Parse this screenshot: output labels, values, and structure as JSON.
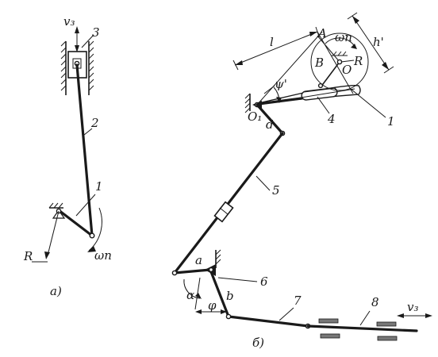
{
  "figure_a": {
    "caption": "а)",
    "velocity_label": "v₃",
    "labels": {
      "part_1": "1",
      "part_2": "2",
      "part_3": "3",
      "radius": "R",
      "omega": "ωп"
    }
  },
  "figure_b": {
    "caption": "б)",
    "velocity_label": "v₃",
    "labels": {
      "length": "l",
      "point_A": "A",
      "omega": "ωп",
      "height": "h'",
      "point_B": "B",
      "point_O": "O",
      "radius": "R",
      "angle_psi": "ψ'",
      "pivot_O1": "O₁",
      "dim_d": "d",
      "part_4": "4",
      "part_1": "1",
      "part_5": "5",
      "dim_a": "a",
      "part_6": "6",
      "angle_alpha": "α",
      "dim_b": "b",
      "angle_phi": "φ",
      "part_7": "7",
      "part_8": "8"
    }
  }
}
